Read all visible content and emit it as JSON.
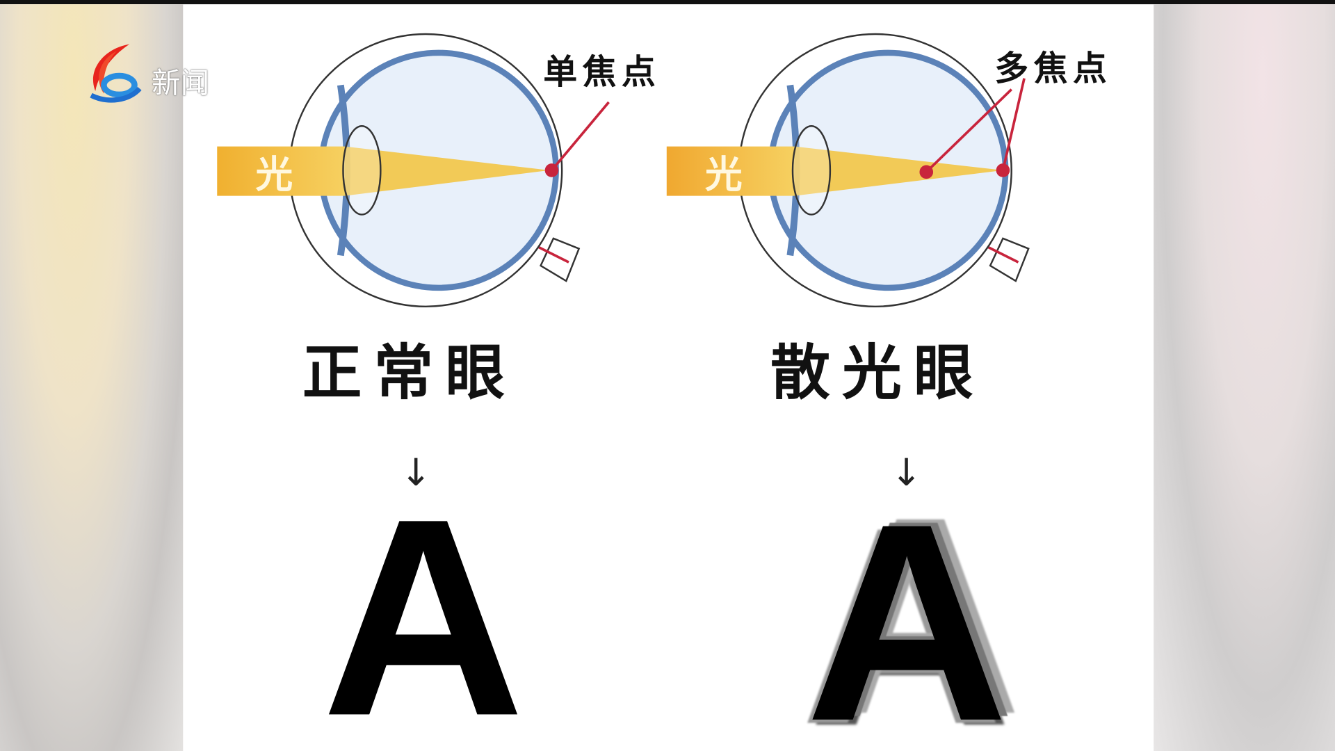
{
  "channel": {
    "logo_text": "新闻"
  },
  "diagram": {
    "left": {
      "callout": "单焦点",
      "beam_label": "光",
      "title": "正常眼",
      "arrow": "↓",
      "letter": "A"
    },
    "right": {
      "callout": "多焦点",
      "beam_label": "光",
      "title": "散光眼",
      "arrow": "↓",
      "letter": "A"
    }
  },
  "colors": {
    "beam": "#f0b830",
    "retina": "#5b82b8",
    "focus": "#c8243c"
  }
}
